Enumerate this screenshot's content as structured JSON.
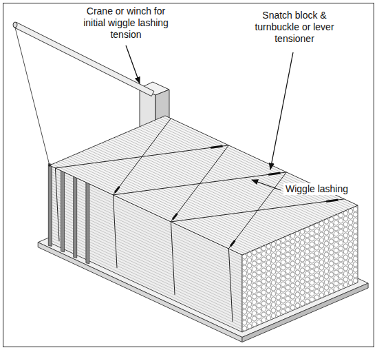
{
  "diagram": {
    "labels": [
      "Crane or winch for initial wiggle lashing tension",
      "Snatch block & turnbuckle or lever tensioner",
      "Wiggle lashing"
    ]
  }
}
